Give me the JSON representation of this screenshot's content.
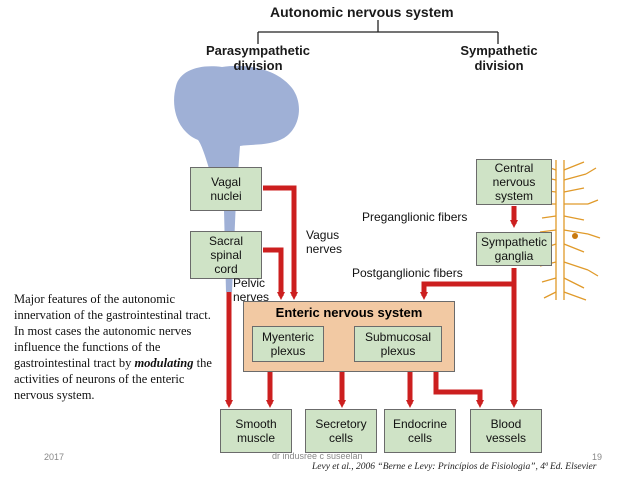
{
  "diagram": {
    "title": "Autonomic nervous system",
    "parasympathetic": "Parasympathetic\ndivision",
    "sympathetic": "Sympathetic\ndivision",
    "boxes": {
      "vagal": "Vagal\nnuclei",
      "sacral": "Sacral\nspinal\ncord",
      "central": "Central\nnervous\nsystem",
      "sympathetic_ganglia": "Sympathetic\nganglia",
      "enteric": "Enteric nervous system",
      "myenteric": "Myenteric\nplexus",
      "submucosal": "Submucosal\nplexus",
      "smooth": "Smooth\nmuscle",
      "secretory": "Secretory\ncells",
      "endocrine": "Endocrine\ncells",
      "blood": "Blood\nvessels"
    },
    "labels": {
      "vagus": "Vagus\nnerves",
      "pelvic": "Pelvic\nnerves",
      "preganglionic": "Preganglionic fibers",
      "postganglionic": "Postganglionic fibers"
    },
    "colors": {
      "box": "#cfe3c6",
      "enteric": "#f2c9a3",
      "arrow": "#cc1f1f",
      "brain": "#9fb0d6",
      "nerve": "#e09a2a"
    }
  },
  "caption": {
    "line_a": "Major features of the autonomic innervation of the gastrointestinal tract. In most cases the autonomic nerves influence the functions of the gastrointestinal tract by ",
    "emphasis": "modulating",
    "line_b": " the activities of neurons of the enteric nervous system."
  },
  "footer": {
    "year": "2017",
    "author": "dr indusree c suseelan",
    "page": "19",
    "citation": "Levy et al., 2006 “Berne e Levy: Princípios de Fisiologia”, 4ª Ed. Elsevier"
  }
}
